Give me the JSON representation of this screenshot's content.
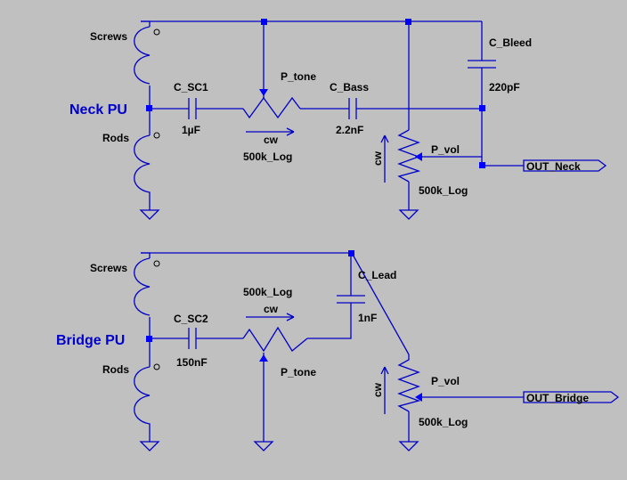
{
  "colors": {
    "background": "#c0c0c0",
    "wire": "#0000c8",
    "net_label": "#0000cc",
    "text": "#000000"
  },
  "neck": {
    "pickup_name": "Neck PU",
    "coil_top_label": "Screws",
    "coil_bottom_label": "Rods",
    "c_sc": {
      "name": "C_SC1",
      "value": "1µF"
    },
    "tone_pot": {
      "name": "P_tone",
      "cw": "cw",
      "value": "500k_Log"
    },
    "c_bass": {
      "name": "C_Bass",
      "value": "2.2nF"
    },
    "c_bleed": {
      "name": "C_Bleed",
      "value": "220pF"
    },
    "vol_pot": {
      "name": "P_vol",
      "cw": "cw",
      "value": "500k_Log"
    },
    "output": "OUT_Neck"
  },
  "bridge": {
    "pickup_name": "Bridge PU",
    "coil_top_label": "Screws",
    "coil_bottom_label": "Rods",
    "c_sc": {
      "name": "C_SC2",
      "value": "150nF"
    },
    "tone_pot": {
      "name": "P_tone",
      "cw": "cw",
      "value": "500k_Log"
    },
    "c_lead": {
      "name": "C_Lead",
      "value": "1nF"
    },
    "vol_pot": {
      "name": "P_vol",
      "cw": "cw",
      "value": "500k_Log"
    },
    "output": "OUT_Bridge"
  }
}
